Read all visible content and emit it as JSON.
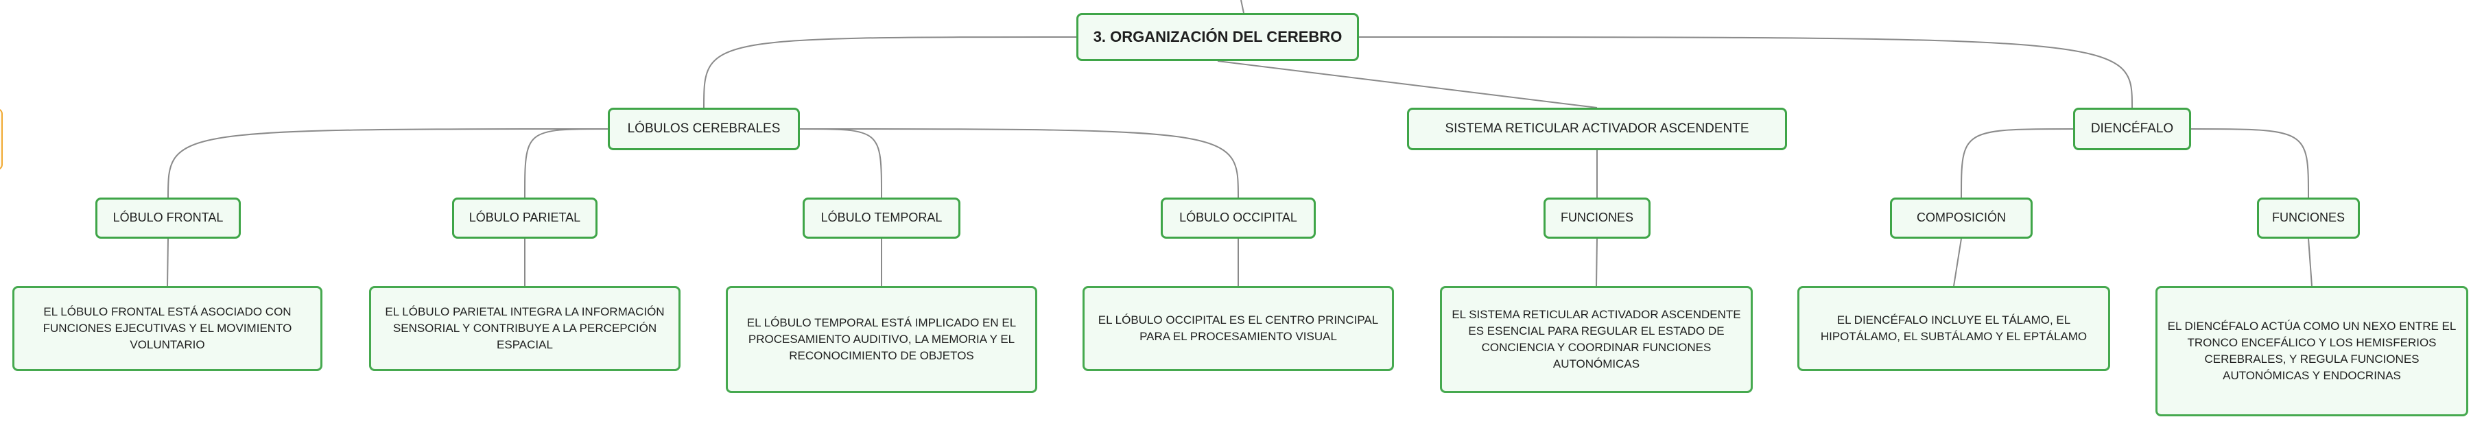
{
  "map": {
    "root": "3. ORGANIZACIÓN DEL CEREBRO",
    "branches": [
      {
        "label": "LÓBULOS CEREBRALES",
        "children": [
          {
            "label": "LÓBULO FRONTAL",
            "detail": "EL LÓBULO FRONTAL ESTÁ ASOCIADO CON FUNCIONES EJECUTIVAS Y EL MOVIMIENTO VOLUNTARIO"
          },
          {
            "label": "LÓBULO PARIETAL",
            "detail": "EL LÓBULO PARIETAL INTEGRA LA INFORMACIÓN SENSORIAL Y CONTRIBUYE A LA PERCEPCIÓN ESPACIAL"
          },
          {
            "label": "LÓBULO TEMPORAL",
            "detail": "EL LÓBULO TEMPORAL ESTÁ IMPLICADO EN EL PROCESAMIENTO AUDITIVO, LA MEMORIA Y EL RECONOCIMIENTO DE OBJETOS"
          },
          {
            "label": "LÓBULO OCCIPITAL",
            "detail": "EL LÓBULO OCCIPITAL ES EL CENTRO PRINCIPAL PARA EL PROCESAMIENTO VISUAL"
          }
        ]
      },
      {
        "label": "SISTEMA RETICULAR ACTIVADOR ASCENDENTE",
        "children": [
          {
            "label": "FUNCIONES",
            "detail": "EL SISTEMA RETICULAR ACTIVADOR ASCENDENTE ES ESENCIAL PARA REGULAR EL ESTADO DE CONCIENCIA Y COORDINAR FUNCIONES AUTONÓMICAS"
          }
        ]
      },
      {
        "label": "DIENCÉFALO",
        "children": [
          {
            "label": "COMPOSICIÓN",
            "detail": "EL DIENCÉFALO INCLUYE EL TÁLAMO, EL HIPOTÁLAMO, EL SUBTÁLAMO Y EL EPTÁLAMO"
          },
          {
            "label": "FUNCIONES",
            "detail": "EL DIENCÉFALO ACTÚA COMO UN NEXO ENTRE EL TRONCO ENCEFÁLICO Y LOS HEMISFERIOS CEREBRALES, Y REGULA FUNCIONES AUTONÓMICAS Y ENDOCRINAS"
          }
        ]
      }
    ]
  }
}
